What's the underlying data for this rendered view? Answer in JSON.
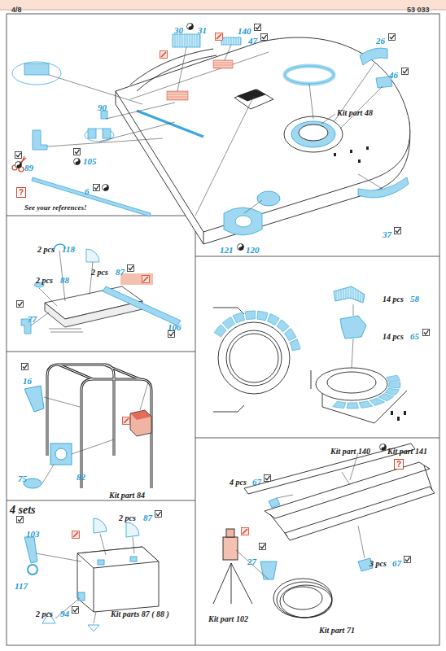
{
  "diagram": {
    "labels": [
      "4/8",
      "53 033",
      "30",
      "31",
      "140",
      "47",
      "26",
      "46",
      "90",
      "89",
      "105",
      "6",
      "Kit part 48",
      "?",
      "See your references!",
      "37",
      "121",
      "120",
      "2 pcs",
      "118",
      "2 pcs",
      "87",
      "2 pcs",
      "88",
      "77",
      "106",
      "14 pcs",
      "58",
      "14 pcs",
      "65",
      "16",
      "75",
      "82",
      "Kit part 84",
      "4 sets",
      "103",
      "2 pcs",
      "87",
      "117",
      "2 pcs",
      "94",
      "Kit parts 87 ( 88 )",
      "Kit part 140",
      "Kit part 141",
      "?",
      "4 pcs",
      "67",
      "27",
      "3 pcs",
      "67",
      "Kit part 102",
      "Kit part 71"
    ]
  }
}
